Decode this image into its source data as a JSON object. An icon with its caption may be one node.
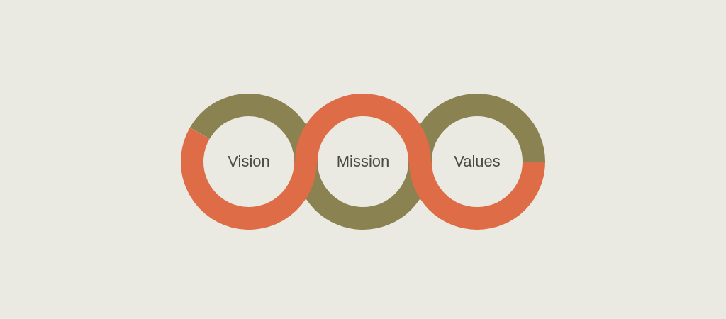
{
  "diagram": {
    "nodes": [
      {
        "text": [
          "Vision"
        ]
      },
      {
        "text": [
          "Mission"
        ]
      },
      {
        "text": [
          "Values"
        ]
      }
    ]
  }
}
